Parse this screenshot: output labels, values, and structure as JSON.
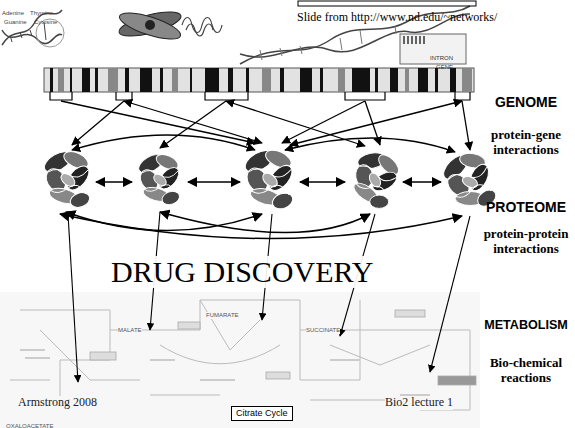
{
  "diagram": {
    "title": "DRUG DISCOVERY",
    "nodes": [
      {
        "text": [
          "Citrate Cycle"
        ]
      }
    ],
    "labels": [
      "Slide from http://www.nd.edu/~networks/",
      "Adenine",
      "Thymine",
      "Guanine",
      "Cytosine",
      "INTRON",
      "GENE",
      "GENOME",
      "protein-gene interactions",
      "PROTEOME",
      "protein-protein interactions",
      "FUMARATE",
      "MALATE",
      "SUCCINATE",
      "METABOLISM",
      "Bio-chemical reactions",
      "Armstrong 2008",
      "Bio2 lecture 1",
      "OXALOACETATE"
    ]
  }
}
